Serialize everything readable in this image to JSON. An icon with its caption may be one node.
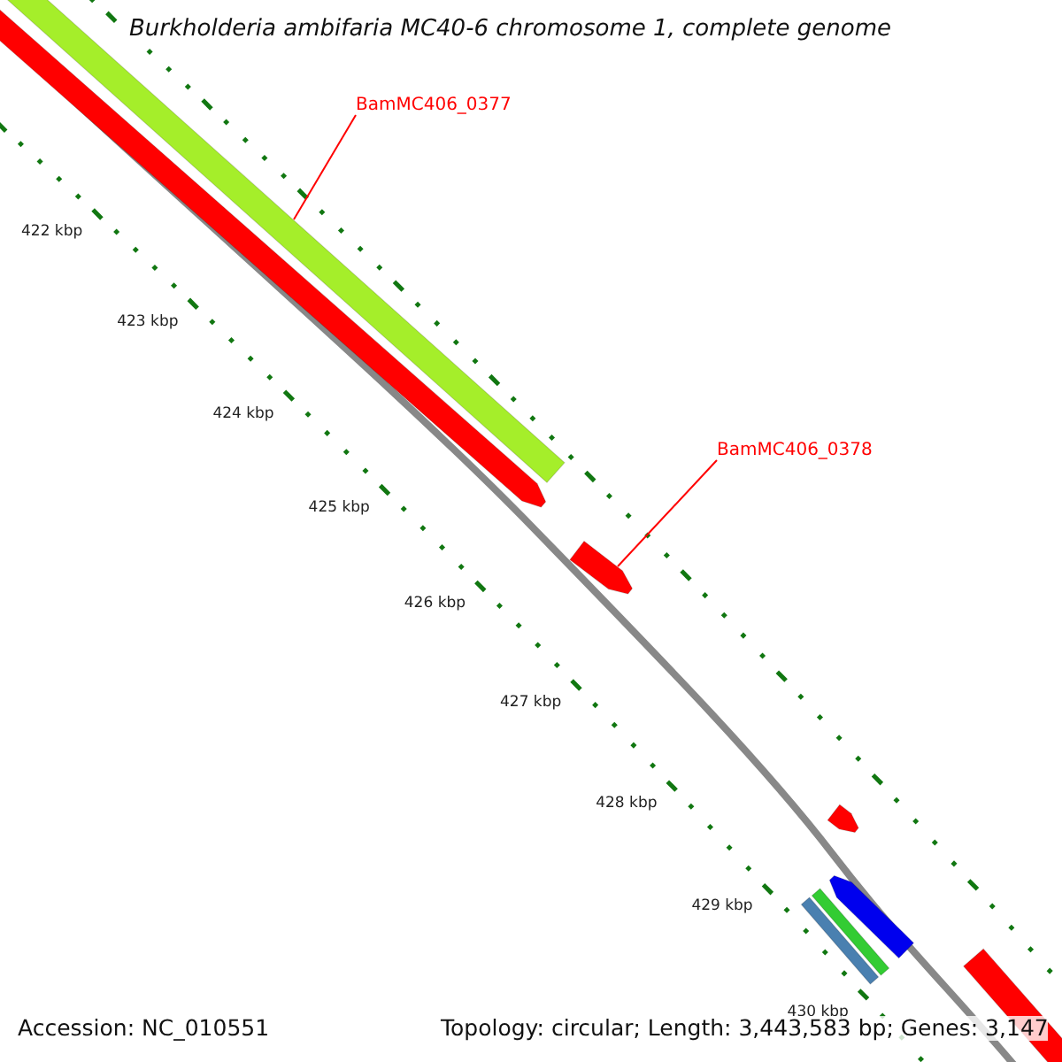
{
  "diagram": {
    "title": "Burkholderia ambifaria MC40-6 chromosome 1, complete genome",
    "nodes": [
      {
        "text": [
          "BamMC406_0377"
        ]
      },
      {
        "text": [
          "BamMC406_0378"
        ]
      },
      {
        "text": [],
        "shape": "bar"
      },
      {
        "text": [],
        "shape": "bar"
      }
    ],
    "edges": [
      {
        "from": 0,
        "to": 2,
        "arrow": "none"
      },
      {
        "from": 1,
        "to": 3,
        "arrow": "none"
      }
    ],
    "labels": [
      "422 kbp",
      "423 kbp",
      "424 kbp",
      "425 kbp",
      "426 kbp",
      "427 kbp",
      "428 kbp",
      "429 kbp",
      "430 kbp",
      "Accession: NC_010551",
      "Topology: circular; Length: 3,443,583 bp; Genes: 3,147"
    ]
  }
}
